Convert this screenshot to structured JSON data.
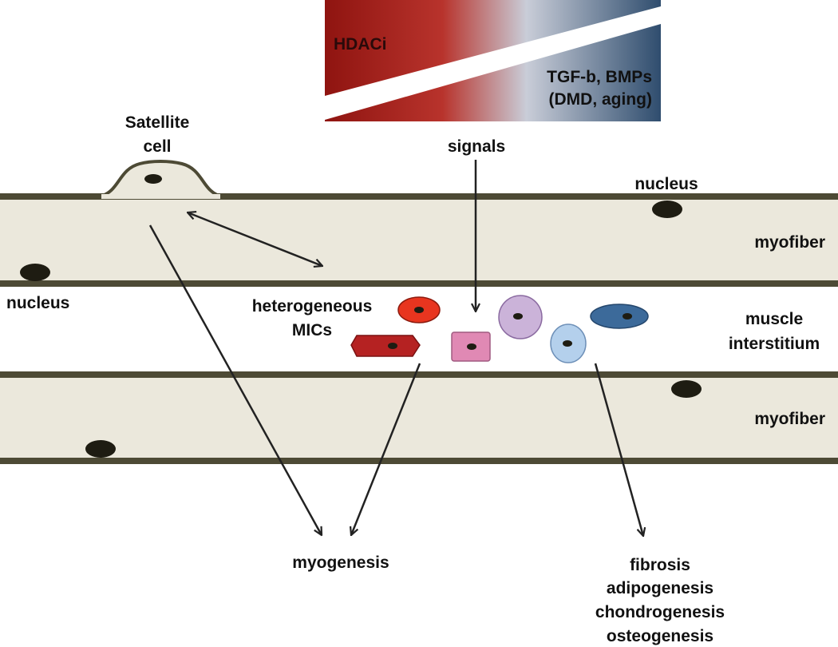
{
  "gradient_box": {
    "left_label": "HDACi",
    "right_label_lines": [
      "TGF-b, BMPs",
      "(DMD, aging)"
    ]
  },
  "labels": {
    "signals": "signals",
    "satellite_cell_lines": [
      "Satellite",
      "cell"
    ],
    "nucleus_top": "nucleus",
    "nucleus_left": "nucleus",
    "myofiber_top": "myofiber",
    "myofiber_bottom": "myofiber",
    "mics_lines": [
      "heterogeneous",
      "MICs"
    ],
    "interstitium_lines": [
      "muscle",
      "interstitium"
    ],
    "myogenesis": "myogenesis",
    "fates_lines": [
      "fibrosis",
      "adipogenesis",
      "chondrogenesis",
      "osteogenesis"
    ]
  },
  "colors": {
    "gradient_red": "#a81a14",
    "gradient_light": "#c9cdd8",
    "gradient_blue": "#3a5878",
    "fiber_fill": "#ebe8dc",
    "fiber_border": "#4d4a35",
    "nucleus": "#1e1c12",
    "arrow": "#222222"
  },
  "cells": [
    {
      "name": "red-oval-cell",
      "shape": "ellipse",
      "fill": "#e8351f"
    },
    {
      "name": "dark-red-hexagon-cell",
      "shape": "hexagon",
      "fill": "#b52222"
    },
    {
      "name": "pink-square-cell",
      "shape": "rect",
      "fill": "#e089b4"
    },
    {
      "name": "lavender-round-cell",
      "shape": "circle",
      "fill": "#cbb3d9"
    },
    {
      "name": "light-blue-round-cell",
      "shape": "circle",
      "fill": "#b4d0ec"
    },
    {
      "name": "blue-oval-cell",
      "shape": "ellipse",
      "fill": "#3c6a9a"
    }
  ]
}
